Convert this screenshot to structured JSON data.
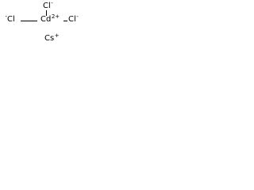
{
  "structure": {
    "atoms": [
      {
        "id": "cl-top",
        "symbol": "Cl",
        "charge": "-"
      },
      {
        "id": "cl-left",
        "symbol": "Cl",
        "charge": "-",
        "prefix": "-"
      },
      {
        "id": "cd",
        "symbol": "Cd",
        "charge": "2+"
      },
      {
        "id": "cl-right",
        "symbol": "Cl",
        "charge": "-"
      },
      {
        "id": "cs",
        "symbol": "Cs",
        "charge": "+"
      }
    ]
  },
  "colors": {
    "text": "#000000",
    "background": "#ffffff"
  }
}
